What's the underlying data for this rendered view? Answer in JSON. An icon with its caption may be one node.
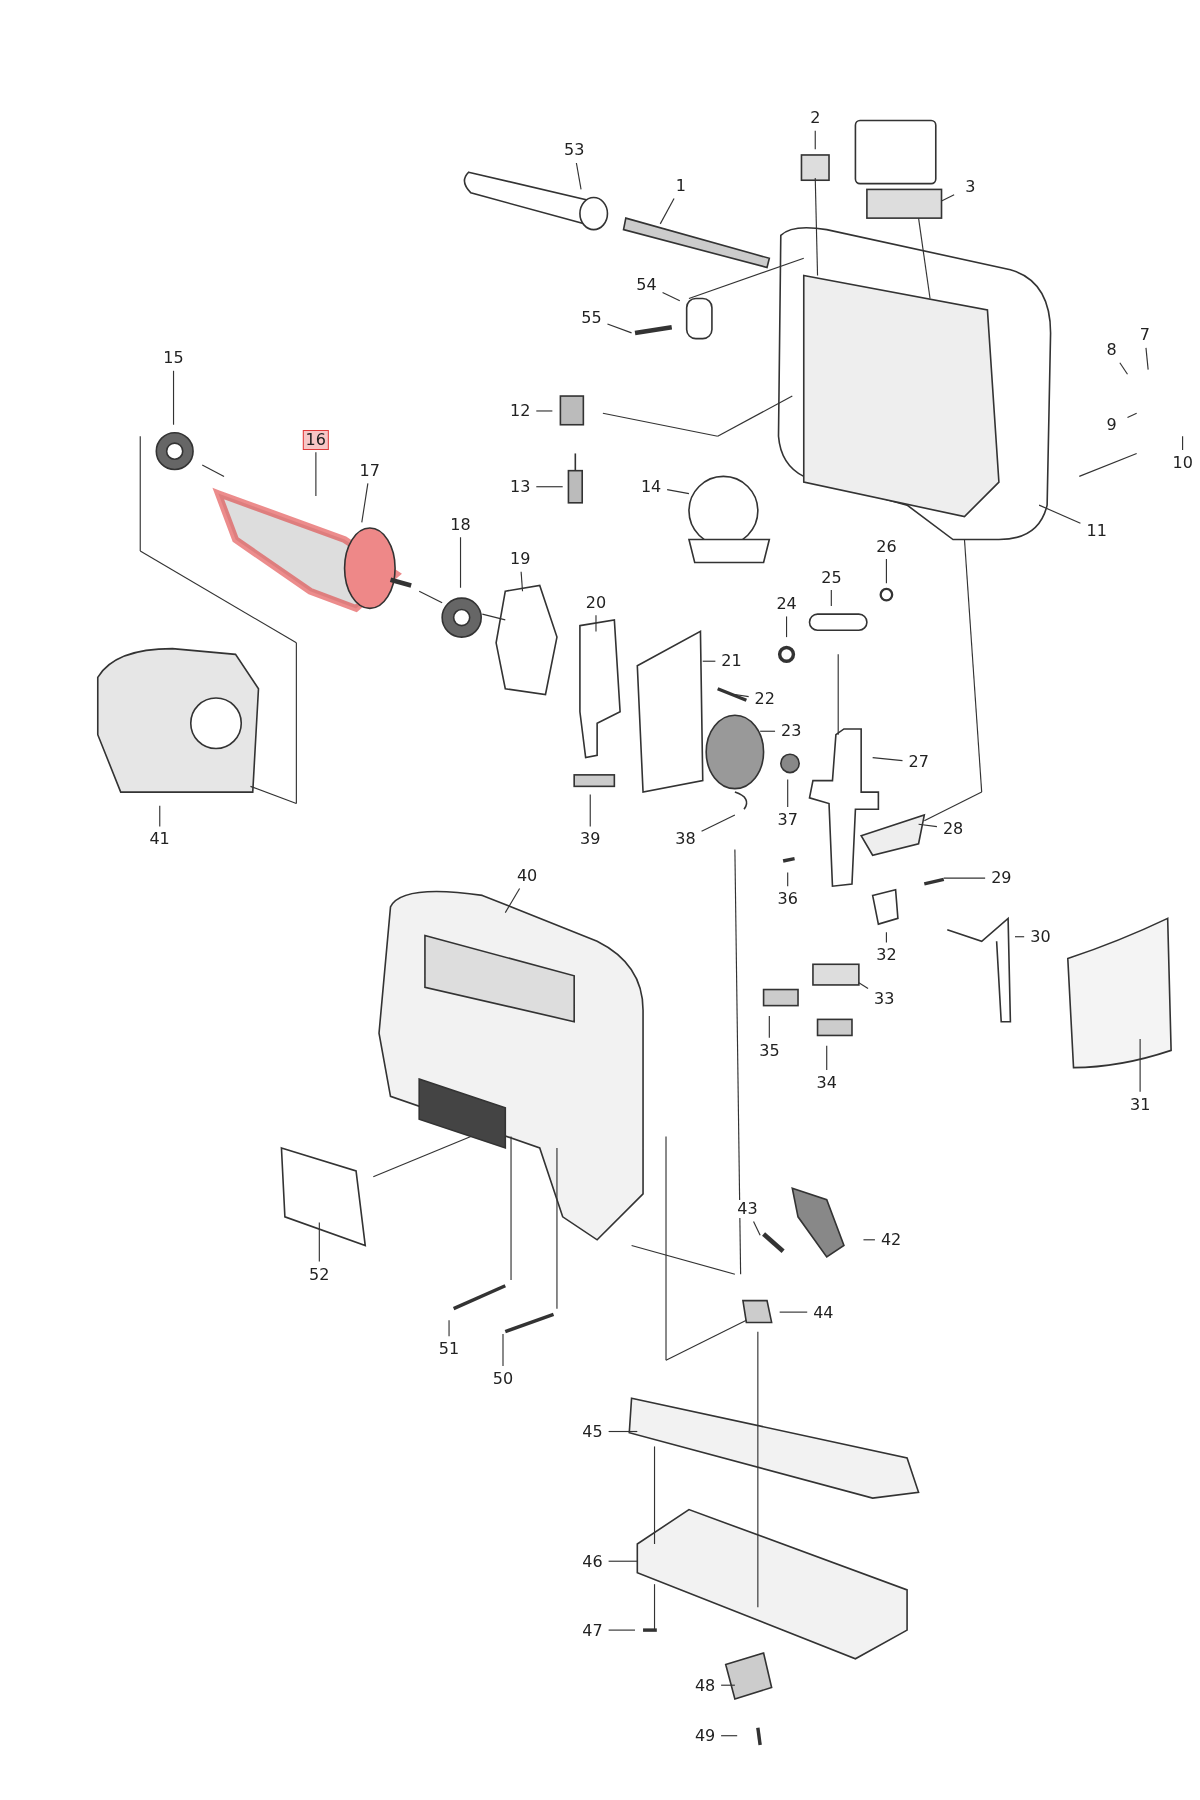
{
  "diagram": {
    "nodes": [
      {
        "text": [
          "1"
        ]
      },
      {
        "text": [
          "2"
        ]
      },
      {
        "text": [
          "3"
        ]
      },
      {
        "text": [
          "7"
        ]
      },
      {
        "text": [
          "8"
        ]
      },
      {
        "text": [
          "9"
        ]
      },
      {
        "text": [
          "10"
        ]
      },
      {
        "text": [
          "11"
        ]
      },
      {
        "text": [
          "12"
        ]
      },
      {
        "text": [
          "13"
        ]
      },
      {
        "text": [
          "14"
        ]
      },
      {
        "text": [
          "15"
        ]
      },
      {
        "text": [
          "16"
        ]
      },
      {
        "text": [
          "17"
        ]
      },
      {
        "text": [
          "18"
        ]
      },
      {
        "text": [
          "19"
        ]
      },
      {
        "text": [
          "20"
        ]
      },
      {
        "text": [
          "21"
        ]
      },
      {
        "text": [
          "22"
        ]
      },
      {
        "text": [
          "23"
        ]
      },
      {
        "text": [
          "24"
        ]
      },
      {
        "text": [
          "25"
        ]
      },
      {
        "text": [
          "26"
        ]
      },
      {
        "text": [
          "27"
        ]
      },
      {
        "text": [
          "28"
        ]
      },
      {
        "text": [
          "29"
        ]
      },
      {
        "text": [
          "30"
        ]
      },
      {
        "text": [
          "31"
        ]
      },
      {
        "text": [
          "32"
        ]
      },
      {
        "text": [
          "33"
        ]
      },
      {
        "text": [
          "34"
        ]
      },
      {
        "text": [
          "35"
        ]
      },
      {
        "text": [
          "36"
        ]
      },
      {
        "text": [
          "37"
        ]
      },
      {
        "text": [
          "38"
        ]
      },
      {
        "text": [
          "39"
        ]
      },
      {
        "text": [
          "40"
        ]
      },
      {
        "text": [
          "41"
        ]
      },
      {
        "text": [
          "42"
        ]
      },
      {
        "text": [
          "43"
        ]
      },
      {
        "text": [
          "44"
        ]
      },
      {
        "text": [
          "45"
        ]
      },
      {
        "text": [
          "46"
        ]
      },
      {
        "text": [
          "47"
        ]
      },
      {
        "text": [
          "48"
        ]
      },
      {
        "text": [
          "49"
        ]
      },
      {
        "text": [
          "50"
        ]
      },
      {
        "text": [
          "51"
        ]
      },
      {
        "text": [
          "52"
        ]
      },
      {
        "text": [
          "53"
        ]
      },
      {
        "text": [
          "54"
        ]
      },
      {
        "text": [
          "55"
        ]
      }
    ],
    "edges": [
      {
        "from": 0,
        "to": null,
        "arrow": "none"
      },
      {
        "from": 1,
        "to": null,
        "arrow": "none"
      },
      {
        "from": 2,
        "to": null,
        "arrow": "none"
      },
      {
        "from": 3,
        "to": null,
        "arrow": "none"
      },
      {
        "from": 4,
        "to": null,
        "arrow": "none"
      },
      {
        "from": 5,
        "to": null,
        "arrow": "none"
      },
      {
        "from": 6,
        "to": null,
        "arrow": "none"
      },
      {
        "from": 7,
        "to": null,
        "arrow": "none"
      },
      {
        "from": 8,
        "to": null,
        "arrow": "none"
      },
      {
        "from": 9,
        "to": null,
        "arrow": "none"
      },
      {
        "from": 10,
        "to": null,
        "arrow": "none"
      },
      {
        "from": 11,
        "to": null,
        "arrow": "none"
      },
      {
        "from": 12,
        "to": null,
        "arrow": "none"
      },
      {
        "from": 13,
        "to": null,
        "arrow": "none"
      },
      {
        "from": 14,
        "to": null,
        "arrow": "none"
      },
      {
        "from": 15,
        "to": null,
        "arrow": "none"
      },
      {
        "from": 16,
        "to": null,
        "arrow": "none"
      },
      {
        "from": 17,
        "to": null,
        "arrow": "none"
      },
      {
        "from": 18,
        "to": null,
        "arrow": "none"
      },
      {
        "from": 19,
        "to": null,
        "arrow": "none"
      },
      {
        "from": 20,
        "to": null,
        "arrow": "none"
      },
      {
        "from": 21,
        "to": null,
        "arrow": "none"
      },
      {
        "from": 22,
        "to": null,
        "arrow": "none"
      },
      {
        "from": 23,
        "to": null,
        "arrow": "none"
      },
      {
        "from": 24,
        "to": null,
        "arrow": "none"
      },
      {
        "from": 25,
        "to": null,
        "arrow": "none"
      },
      {
        "from": 26,
        "to": null,
        "arrow": "none"
      },
      {
        "from": 27,
        "to": null,
        "arrow": "none"
      },
      {
        "from": 28,
        "to": null,
        "arrow": "none"
      },
      {
        "from": 29,
        "to": null,
        "arrow": "none"
      },
      {
        "from": 30,
        "to": null,
        "arrow": "none"
      },
      {
        "from": 31,
        "to": null,
        "arrow": "none"
      },
      {
        "from": 32,
        "to": null,
        "arrow": "none"
      },
      {
        "from": 33,
        "to": null,
        "arrow": "none"
      },
      {
        "from": 34,
        "to": null,
        "arrow": "none"
      },
      {
        "from": 35,
        "to": null,
        "arrow": "none"
      },
      {
        "from": 36,
        "to": null,
        "arrow": "none"
      },
      {
        "from": 37,
        "to": null,
        "arrow": "none"
      },
      {
        "from": 38,
        "to": null,
        "arrow": "none"
      },
      {
        "from": 39,
        "to": null,
        "arrow": "none"
      },
      {
        "from": 40,
        "to": null,
        "arrow": "none"
      },
      {
        "from": 41,
        "to": null,
        "arrow": "none"
      },
      {
        "from": 42,
        "to": null,
        "arrow": "none"
      },
      {
        "from": 43,
        "to": null,
        "arrow": "none"
      },
      {
        "from": 44,
        "to": null,
        "arrow": "none"
      },
      {
        "from": 45,
        "to": null,
        "arrow": "none"
      },
      {
        "from": 46,
        "to": null,
        "arrow": "none"
      },
      {
        "from": 47,
        "to": null,
        "arrow": "none"
      },
      {
        "from": 48,
        "to": null,
        "arrow": "none"
      },
      {
        "from": 49,
        "to": null,
        "arrow": "none"
      },
      {
        "from": 50,
        "to": null,
        "arrow": "none"
      },
      {
        "from": 51,
        "to": null,
        "arrow": "none"
      }
    ]
  }
}
